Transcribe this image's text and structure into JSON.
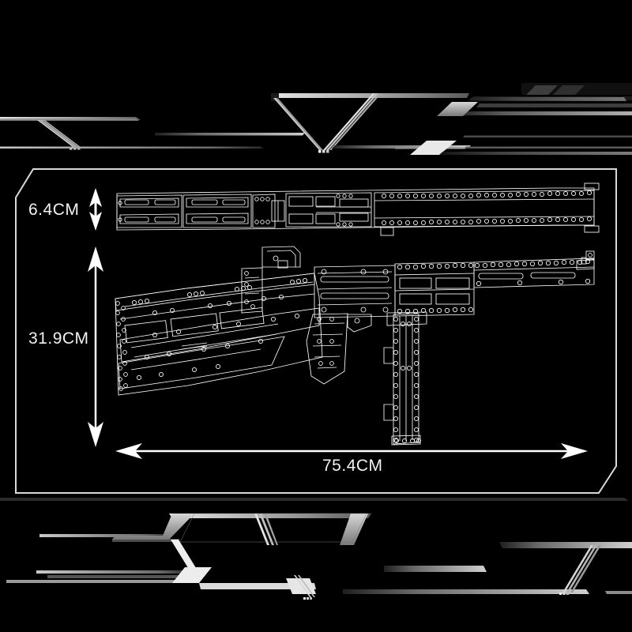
{
  "page": {
    "background_color": "#000000",
    "line_color": "#ffffff",
    "accent_color": "#c8c8c8",
    "subject": "brick-built submachine gun model technical line drawing"
  },
  "frame": {
    "name": "dimension-callout-frame",
    "stroke_color": "#d9d9d9",
    "corner_cut_top_left": true,
    "corner_cut_bottom_right": true
  },
  "dimensions": {
    "height_top": {
      "value": "6.4CM",
      "orientation": "vertical",
      "arrow": "double-headed"
    },
    "height_main": {
      "value": "31.9CM",
      "orientation": "vertical",
      "arrow": "double-headed"
    },
    "width_overall": {
      "value": "75.4CM",
      "orientation": "horizontal",
      "arrow": "double-headed"
    }
  },
  "decorations": {
    "top_banner": {
      "name": "tech-banner-top",
      "color": "#b5b5b5"
    },
    "bottom_banner": {
      "name": "tech-banner-bottom",
      "color": "#b5b5b5"
    }
  },
  "model": {
    "top_view": {
      "name": "gun-top-view",
      "stroke": "#ffffff"
    },
    "side_view": {
      "name": "gun-side-view",
      "stroke": "#ffffff"
    }
  }
}
